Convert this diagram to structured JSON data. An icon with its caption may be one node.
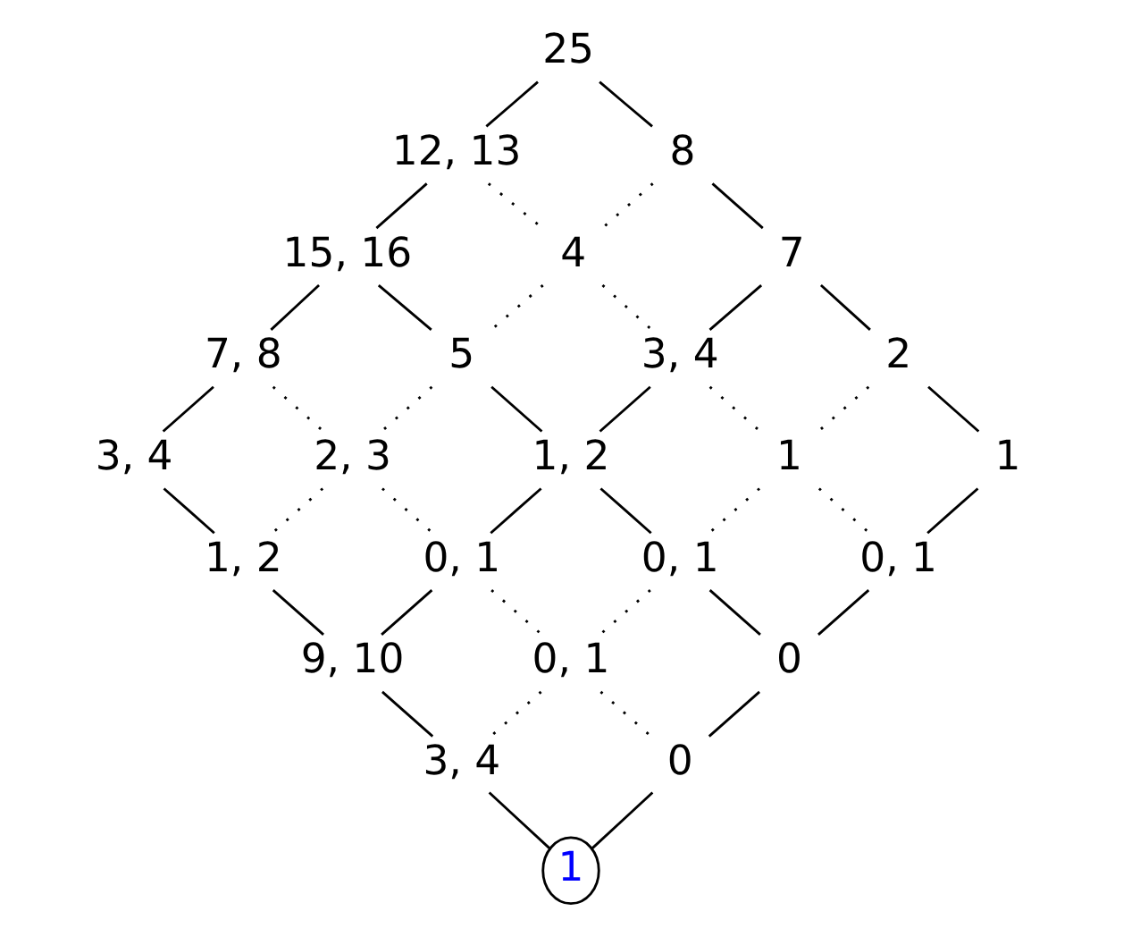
{
  "diagram": {
    "nodes": [
      {
        "text": [
          "25"
        ]
      },
      {
        "text": [
          "12, 13"
        ]
      },
      {
        "text": [
          "8"
        ]
      },
      {
        "text": [
          "15, 16"
        ]
      },
      {
        "text": [
          "4"
        ]
      },
      {
        "text": [
          "7"
        ]
      },
      {
        "text": [
          "7, 8"
        ]
      },
      {
        "text": [
          "5"
        ]
      },
      {
        "text": [
          "3, 4"
        ]
      },
      {
        "text": [
          "2"
        ]
      },
      {
        "text": [
          "3, 4"
        ]
      },
      {
        "text": [
          "2, 3"
        ]
      },
      {
        "text": [
          "1, 2"
        ]
      },
      {
        "text": [
          "1"
        ]
      },
      {
        "text": [
          "1"
        ]
      },
      {
        "text": [
          "1, 2"
        ]
      },
      {
        "text": [
          "0, 1"
        ]
      },
      {
        "text": [
          "0, 1"
        ]
      },
      {
        "text": [
          "0, 1"
        ]
      },
      {
        "text": [
          "9, 10"
        ]
      },
      {
        "text": [
          "0, 1"
        ]
      },
      {
        "text": [
          "0"
        ]
      },
      {
        "text": [
          "3, 4"
        ]
      },
      {
        "text": [
          "0"
        ]
      },
      {
        "text": [
          "1"
        ]
      }
    ],
    "edges": [
      {
        "from": 0,
        "to": 1,
        "arrow": "none"
      },
      {
        "from": 0,
        "to": 2,
        "arrow": "none"
      },
      {
        "from": 1,
        "to": 3,
        "arrow": "none"
      },
      {
        "from": 1,
        "to": 4,
        "arrow": "none",
        "style": "dashed"
      },
      {
        "from": 2,
        "to": 4,
        "arrow": "none",
        "style": "dashed"
      },
      {
        "from": 2,
        "to": 5,
        "arrow": "none"
      },
      {
        "from": 3,
        "to": 6,
        "arrow": "none"
      },
      {
        "from": 3,
        "to": 7,
        "arrow": "none"
      },
      {
        "from": 4,
        "to": 7,
        "arrow": "none",
        "style": "dashed"
      },
      {
        "from": 4,
        "to": 8,
        "arrow": "none",
        "style": "dashed"
      },
      {
        "from": 5,
        "to": 8,
        "arrow": "none"
      },
      {
        "from": 5,
        "to": 9,
        "arrow": "none"
      },
      {
        "from": 6,
        "to": 10,
        "arrow": "none"
      },
      {
        "from": 6,
        "to": 11,
        "arrow": "none",
        "style": "dashed"
      },
      {
        "from": 7,
        "to": 11,
        "arrow": "none",
        "style": "dashed"
      },
      {
        "from": 7,
        "to": 12,
        "arrow": "none"
      },
      {
        "from": 8,
        "to": 12,
        "arrow": "none"
      },
      {
        "from": 8,
        "to": 13,
        "arrow": "none",
        "style": "dashed"
      },
      {
        "from": 9,
        "to": 13,
        "arrow": "none",
        "style": "dashed"
      },
      {
        "from": 9,
        "to": 14,
        "arrow": "none"
      },
      {
        "from": 10,
        "to": 15,
        "arrow": "none"
      },
      {
        "from": 11,
        "to": 15,
        "arrow": "none",
        "style": "dashed"
      },
      {
        "from": 11,
        "to": 16,
        "arrow": "none",
        "style": "dashed"
      },
      {
        "from": 12,
        "to": 16,
        "arrow": "none"
      },
      {
        "from": 12,
        "to": 17,
        "arrow": "none"
      },
      {
        "from": 13,
        "to": 17,
        "arrow": "none",
        "style": "dashed"
      },
      {
        "from": 13,
        "to": 18,
        "arrow": "none",
        "style": "dashed"
      },
      {
        "from": 14,
        "to": 18,
        "arrow": "none"
      },
      {
        "from": 15,
        "to": 19,
        "arrow": "none"
      },
      {
        "from": 16,
        "to": 19,
        "arrow": "none"
      },
      {
        "from": 16,
        "to": 20,
        "arrow": "none",
        "style": "dashed"
      },
      {
        "from": 17,
        "to": 20,
        "arrow": "none",
        "style": "dashed"
      },
      {
        "from": 17,
        "to": 21,
        "arrow": "none"
      },
      {
        "from": 18,
        "to": 21,
        "arrow": "none"
      },
      {
        "from": 19,
        "to": 22,
        "arrow": "none"
      },
      {
        "from": 20,
        "to": 22,
        "arrow": "none",
        "style": "dashed"
      },
      {
        "from": 20,
        "to": 23,
        "arrow": "none",
        "style": "dashed"
      },
      {
        "from": 21,
        "to": 23,
        "arrow": "none"
      },
      {
        "from": 22,
        "to": 24,
        "arrow": "none"
      },
      {
        "from": 23,
        "to": 24,
        "arrow": "none"
      }
    ]
  }
}
